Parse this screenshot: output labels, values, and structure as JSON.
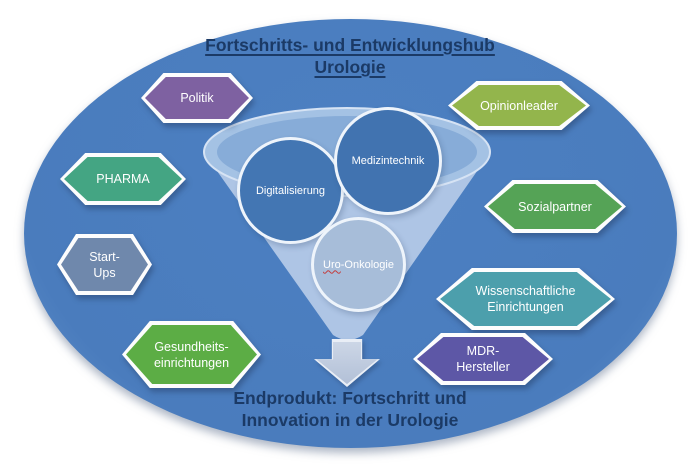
{
  "title": {
    "line1": "Fortschritts- und Entwicklungshub",
    "line2": "Urologie"
  },
  "footer": {
    "line1": "Endprodukt: Fortschritt und",
    "line2": "Innovation in der Urologie"
  },
  "colors": {
    "ellipse": "#4a7cbd",
    "heading_text": "#1b3a66",
    "funnel_body": "#b6cbe8",
    "funnel_lip_outer": "#a4c2e4",
    "funnel_lip_inner": "#87acd8",
    "arrow_fill": "#c3cedf"
  },
  "funnel": {
    "circles": [
      {
        "label": "Digitalisierung",
        "color": "#4376b3"
      },
      {
        "label": "Medizintechnik",
        "color": "#4173b0"
      },
      {
        "label_part1": "Uro",
        "label_part2": "-Onkologie",
        "color": "#a7bdd9"
      }
    ]
  },
  "hexagons": [
    {
      "line1": "Politik",
      "line2": "",
      "color": "#7e61a1"
    },
    {
      "line1": "Opinionleader",
      "line2": "",
      "color": "#93b54c"
    },
    {
      "line1": "PHARMA",
      "line2": "",
      "color": "#44a583"
    },
    {
      "line1": "Sozialpartner",
      "line2": "",
      "color": "#55a356"
    },
    {
      "line1": "Start-",
      "line2": "Ups",
      "color": "#6f88ac"
    },
    {
      "line1": "Wissenschaftliche",
      "line2": "Einrichtungen",
      "color": "#4c9fac"
    },
    {
      "line1": "Gesundheits-",
      "line2": "einrichtungen",
      "color": "#5cad45"
    },
    {
      "line1": "MDR-",
      "line2": "Hersteller",
      "color": "#5d57a6"
    }
  ]
}
